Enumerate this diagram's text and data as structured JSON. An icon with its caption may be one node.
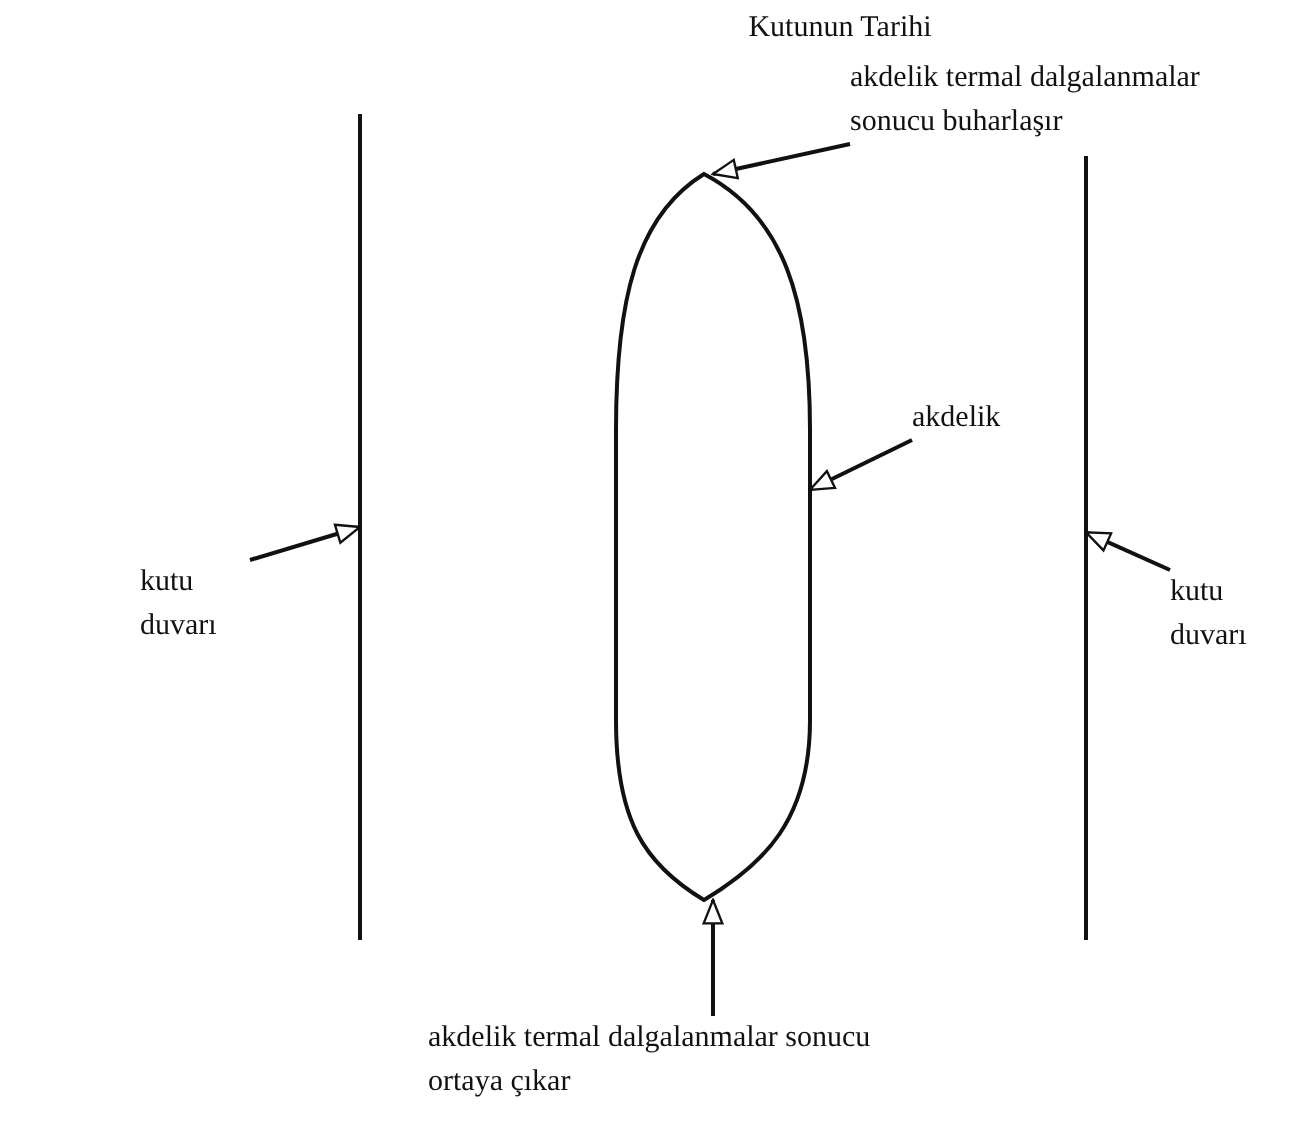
{
  "diagram": {
    "title": "Kutunun Tarihi",
    "nodes": [
      {
        "text": [
          "akdelik termal dalgalanmalar sonucu buharlaşır"
        ]
      },
      {
        "text": [],
        "shape": "line"
      },
      {
        "text": [],
        "shape": "oval"
      },
      {
        "text": [],
        "shape": "line"
      },
      {
        "text": [
          "akdelik"
        ]
      },
      {
        "text": [
          "kutu duvarı"
        ]
      },
      {
        "text": [
          "kutu duvarı"
        ]
      },
      {
        "text": [
          "akdelik termal dalgalanmalar sonucu ortaya çıkar"
        ]
      }
    ],
    "edges": [
      {
        "from": 0,
        "to": 2,
        "arrow": "to"
      },
      {
        "from": 4,
        "to": 2,
        "arrow": "to"
      },
      {
        "from": 5,
        "to": 1,
        "arrow": "to"
      },
      {
        "from": 6,
        "to": 3,
        "arrow": "to"
      },
      {
        "from": 7,
        "to": 2,
        "arrow": "to"
      }
    ]
  }
}
